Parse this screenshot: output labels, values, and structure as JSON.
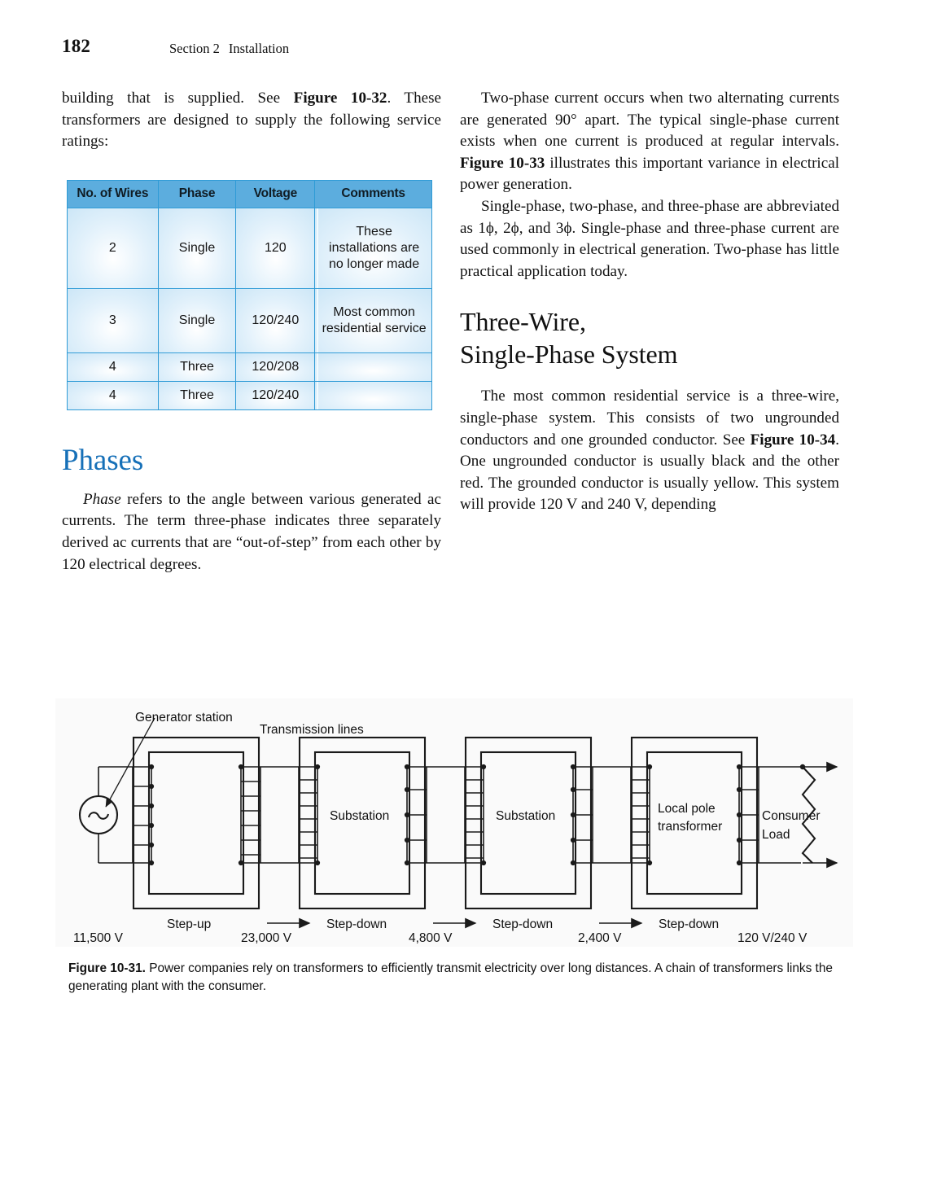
{
  "page": {
    "folio": "182",
    "running_head_section": "Section 2",
    "running_head_title": "Installation"
  },
  "left_column": {
    "para_1_before_bold": "building that is supplied. See ",
    "para_1_bold": "Figure 10-32",
    "para_1_after_bold": ". These transformers are designed to supply the following service ratings:",
    "heading_phases": "Phases",
    "para_2_italic": "Phase",
    "para_2_rest": " refers to the angle between various generated ac currents. The term three-phase indicates three separately derived ac currents that are “out-of-step” from each other by 120 electrical degrees."
  },
  "right_column": {
    "para_1_before_bold": "Two-phase current occurs when two alternating currents are generated 90° apart. The typical single-phase current exists when one current is produced at regular intervals. ",
    "para_1_bold": "Figure 10-33",
    "para_1_after_bold": " illustrates this important variance in electrical power generation.",
    "para_2": "Single-phase, two-phase, and three-phase are abbreviated as 1ϕ, 2ϕ, and 3ϕ. Single-phase and three-phase current are used commonly in electrical generation. Two-phase has little practical application today.",
    "heading_line_1": "Three-Wire,",
    "heading_line_2": "Single-Phase System",
    "para_3_before_bold": "The most common residential service is a three-wire, single-phase system. This consists of two ungrounded conductors and one grounded conductor. See ",
    "para_3_bold": "Figure 10-34",
    "para_3_after_bold": ". One ungrounded conductor is usually black and the other red. The grounded conductor is usually yellow. This system will provide 120 V and 240 V, depending"
  },
  "ratings_table": {
    "headers": [
      "No. of Wires",
      "Phase",
      "Voltage",
      "Comments"
    ],
    "rows": [
      {
        "wires": "2",
        "phase": "Single",
        "voltage": "120",
        "comments": "These installations are no longer made"
      },
      {
        "wires": "3",
        "phase": "Single",
        "voltage": "120/240",
        "comments": "Most common residential service"
      },
      {
        "wires": "4",
        "phase": "Three",
        "voltage": "120/208",
        "comments": ""
      },
      {
        "wires": "4",
        "phase": "Three",
        "voltage": "120/240",
        "comments": ""
      }
    ],
    "header_color": "#5cadde",
    "border_color": "#2f9bd6",
    "cell_color": "#bfe0f4"
  },
  "figure": {
    "caption_bold": "Figure 10-31.",
    "caption_text": " Power companies rely on transformers to efficiently transmit electricity over long distances. A chain of transformers links the generating plant with the consumer.",
    "labels": {
      "generator_station": "Generator station",
      "transmission_lines": "Transmission lines",
      "substation_1": "Substation",
      "substation_2": "Substation",
      "local_pole_transformer_line_1": "Local pole",
      "local_pole_transformer_line_2": "transformer",
      "consumer_line_1": "Consumer",
      "consumer_line_2": "Load"
    },
    "stages": [
      {
        "name": "Step-up",
        "voltage_out": "23,000 V"
      },
      {
        "name": "Step-down",
        "voltage_out": "4,800 V"
      },
      {
        "name": "Step-down",
        "voltage_out": "2,400 V"
      },
      {
        "name": "Step-down",
        "voltage_out": "120 V/240 V"
      }
    ],
    "source_voltage": "11,500 V",
    "voltages": [
      "11,500 V",
      "23,000 V",
      "4,800 V",
      "2,400 V",
      "120 V/240 V"
    ],
    "stage_names": [
      "Step-up",
      "Step-down",
      "Step-down",
      "Step-down"
    ]
  }
}
